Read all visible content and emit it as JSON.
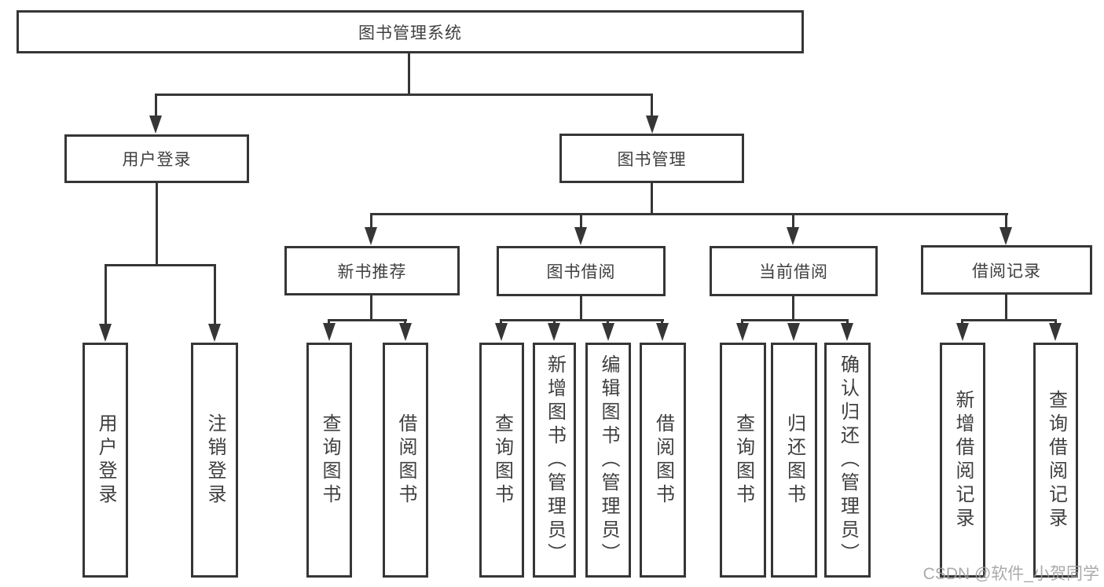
{
  "tree": {
    "label": "图书管理系统",
    "children": [
      {
        "label": "用户登录",
        "children": [
          {
            "label": "用户登录"
          },
          {
            "label": "注销登录"
          }
        ]
      },
      {
        "label": "图书管理",
        "children": [
          {
            "label": "新书推荐",
            "children": [
              {
                "label": "查询图书"
              },
              {
                "label": "借阅图书"
              }
            ]
          },
          {
            "label": "图书借阅",
            "children": [
              {
                "label": "查询图书"
              },
              {
                "label": "新增图书（管理员）"
              },
              {
                "label": "编辑图书（管理员）"
              },
              {
                "label": "借阅图书"
              }
            ]
          },
          {
            "label": "当前借阅",
            "children": [
              {
                "label": "查询图书"
              },
              {
                "label": "归还图书"
              },
              {
                "label": "确认归还（管理员）"
              }
            ]
          },
          {
            "label": "借阅记录",
            "children": [
              {
                "label": "新增借阅记录"
              },
              {
                "label": "查询借阅记录"
              }
            ]
          }
        ]
      }
    ]
  },
  "watermark": "CSDN @软件_小贺同学",
  "colors": {
    "line": "#363636",
    "text": "#3f3f3f",
    "watermark": "#9e9e9e",
    "background": "#ffffff"
  }
}
